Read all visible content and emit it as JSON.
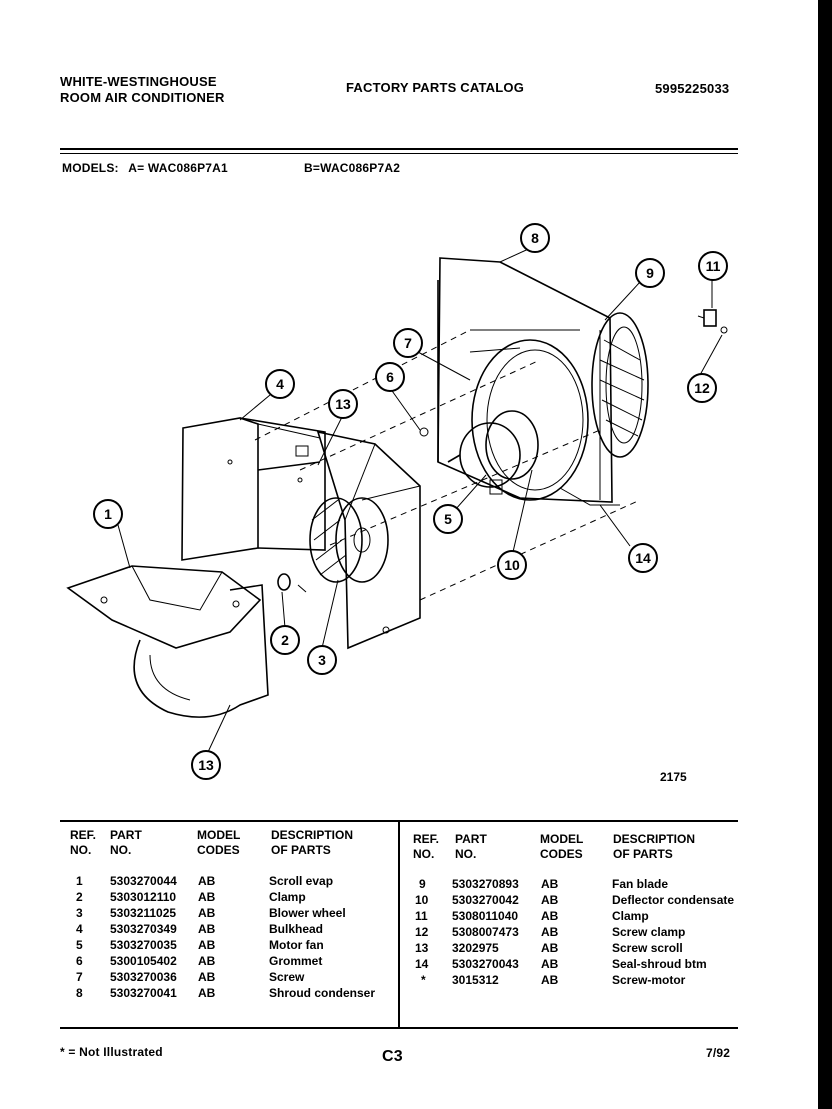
{
  "header": {
    "brand_line1": "WHITE-WESTINGHOUSE",
    "brand_line2": "ROOM AIR CONDITIONER",
    "catalog_title": "FACTORY PARTS CATALOG",
    "catalog_number": "5995225033"
  },
  "models": {
    "label": "MODELS:",
    "model_a": "A= WAC086P7A1",
    "model_b": "B=WAC086P7A2"
  },
  "diagram": {
    "figure_number": "2175",
    "callouts": [
      "1",
      "2",
      "3",
      "4",
      "5",
      "6",
      "7",
      "8",
      "9",
      "10",
      "11",
      "12",
      "13",
      "13",
      "14"
    ]
  },
  "table": {
    "headers": {
      "ref": [
        "REF.",
        "NO."
      ],
      "part": [
        "PART",
        "NO."
      ],
      "model": [
        "MODEL",
        "CODES"
      ],
      "desc": [
        "DESCRIPTION",
        "OF PARTS"
      ]
    },
    "left_rows": [
      {
        "ref": "1",
        "part": "5303270044",
        "codes": "AB",
        "desc": "Scroll evap"
      },
      {
        "ref": "2",
        "part": "5303012110",
        "codes": "AB",
        "desc": "Clamp"
      },
      {
        "ref": "3",
        "part": "5303211025",
        "codes": "AB",
        "desc": "Blower wheel"
      },
      {
        "ref": "4",
        "part": "5303270349",
        "codes": "AB",
        "desc": "Bulkhead"
      },
      {
        "ref": "5",
        "part": "5303270035",
        "codes": "AB",
        "desc": "Motor fan"
      },
      {
        "ref": "6",
        "part": "5300105402",
        "codes": "AB",
        "desc": "Grommet"
      },
      {
        "ref": "7",
        "part": "5303270036",
        "codes": "AB",
        "desc": "Screw"
      },
      {
        "ref": "8",
        "part": "5303270041",
        "codes": "AB",
        "desc": "Shroud condenser"
      }
    ],
    "right_rows": [
      {
        "ref": "9",
        "part": "5303270893",
        "codes": "AB",
        "desc": "Fan blade"
      },
      {
        "ref": "10",
        "part": "5303270042",
        "codes": "AB",
        "desc": "Deflector condensate"
      },
      {
        "ref": "11",
        "part": "5308011040",
        "codes": "AB",
        "desc": "Clamp"
      },
      {
        "ref": "12",
        "part": "5308007473",
        "codes": "AB",
        "desc": "Screw clamp"
      },
      {
        "ref": "13",
        "part": "3202975",
        "codes": "AB",
        "desc": "Screw scroll"
      },
      {
        "ref": "14",
        "part": "5303270043",
        "codes": "AB",
        "desc": "Seal-shroud btm"
      },
      {
        "ref": "*",
        "part": "3015312",
        "codes": "AB",
        "desc": "Screw-motor"
      }
    ]
  },
  "footer": {
    "note": "* = Not Illustrated",
    "page": "C3",
    "date": "7/92"
  }
}
